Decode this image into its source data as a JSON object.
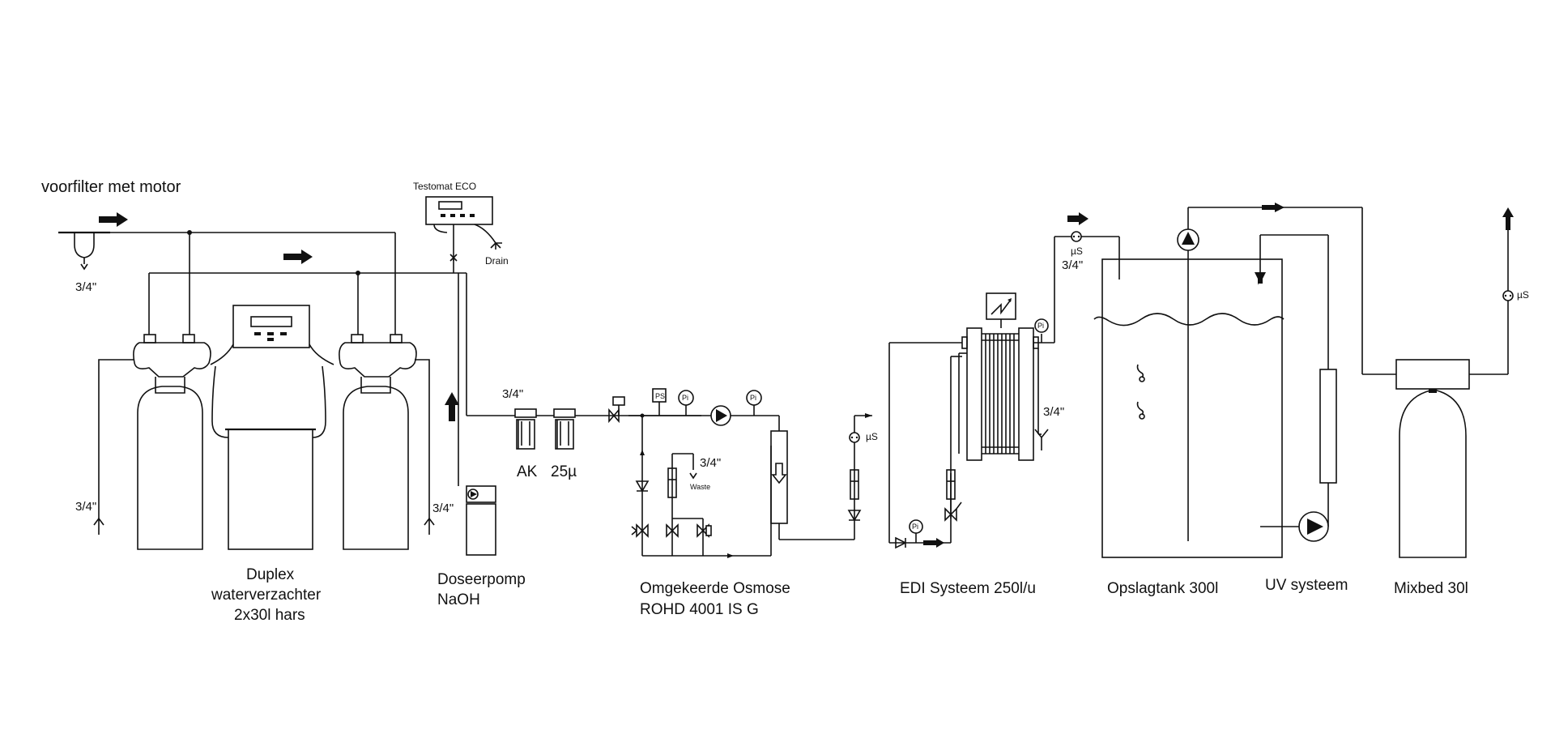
{
  "labels": {
    "prefilter": "voorfilter met motor",
    "testomat": "Testomat ECO",
    "drain": "Drain",
    "size_inlet": "3/4\"",
    "size_left_drain": "3/4\"",
    "size_right_drain": "3/4\"",
    "softener": [
      "Duplex",
      "waterverzachter",
      "2x30l hars"
    ],
    "dosing": [
      "Doseerpomp",
      "NaOH"
    ],
    "size_filters": "3/4\"",
    "ak": "AK",
    "micron": "25µ",
    "ps": "PS",
    "pi": "Pi",
    "size_waste": "3/4\"",
    "waste": "Waste",
    "us": "µS",
    "ro": [
      "Omgekeerde Osmose",
      "ROHD 4001 IS G"
    ],
    "edi": "EDI Systeem 250l/u",
    "size_edi_out": "3/4\"",
    "size_edi_drain": "3/4\"",
    "tank": "Opslagtank 300l",
    "uv": "UV systeem",
    "mixbed": "Mixbed 30l"
  }
}
